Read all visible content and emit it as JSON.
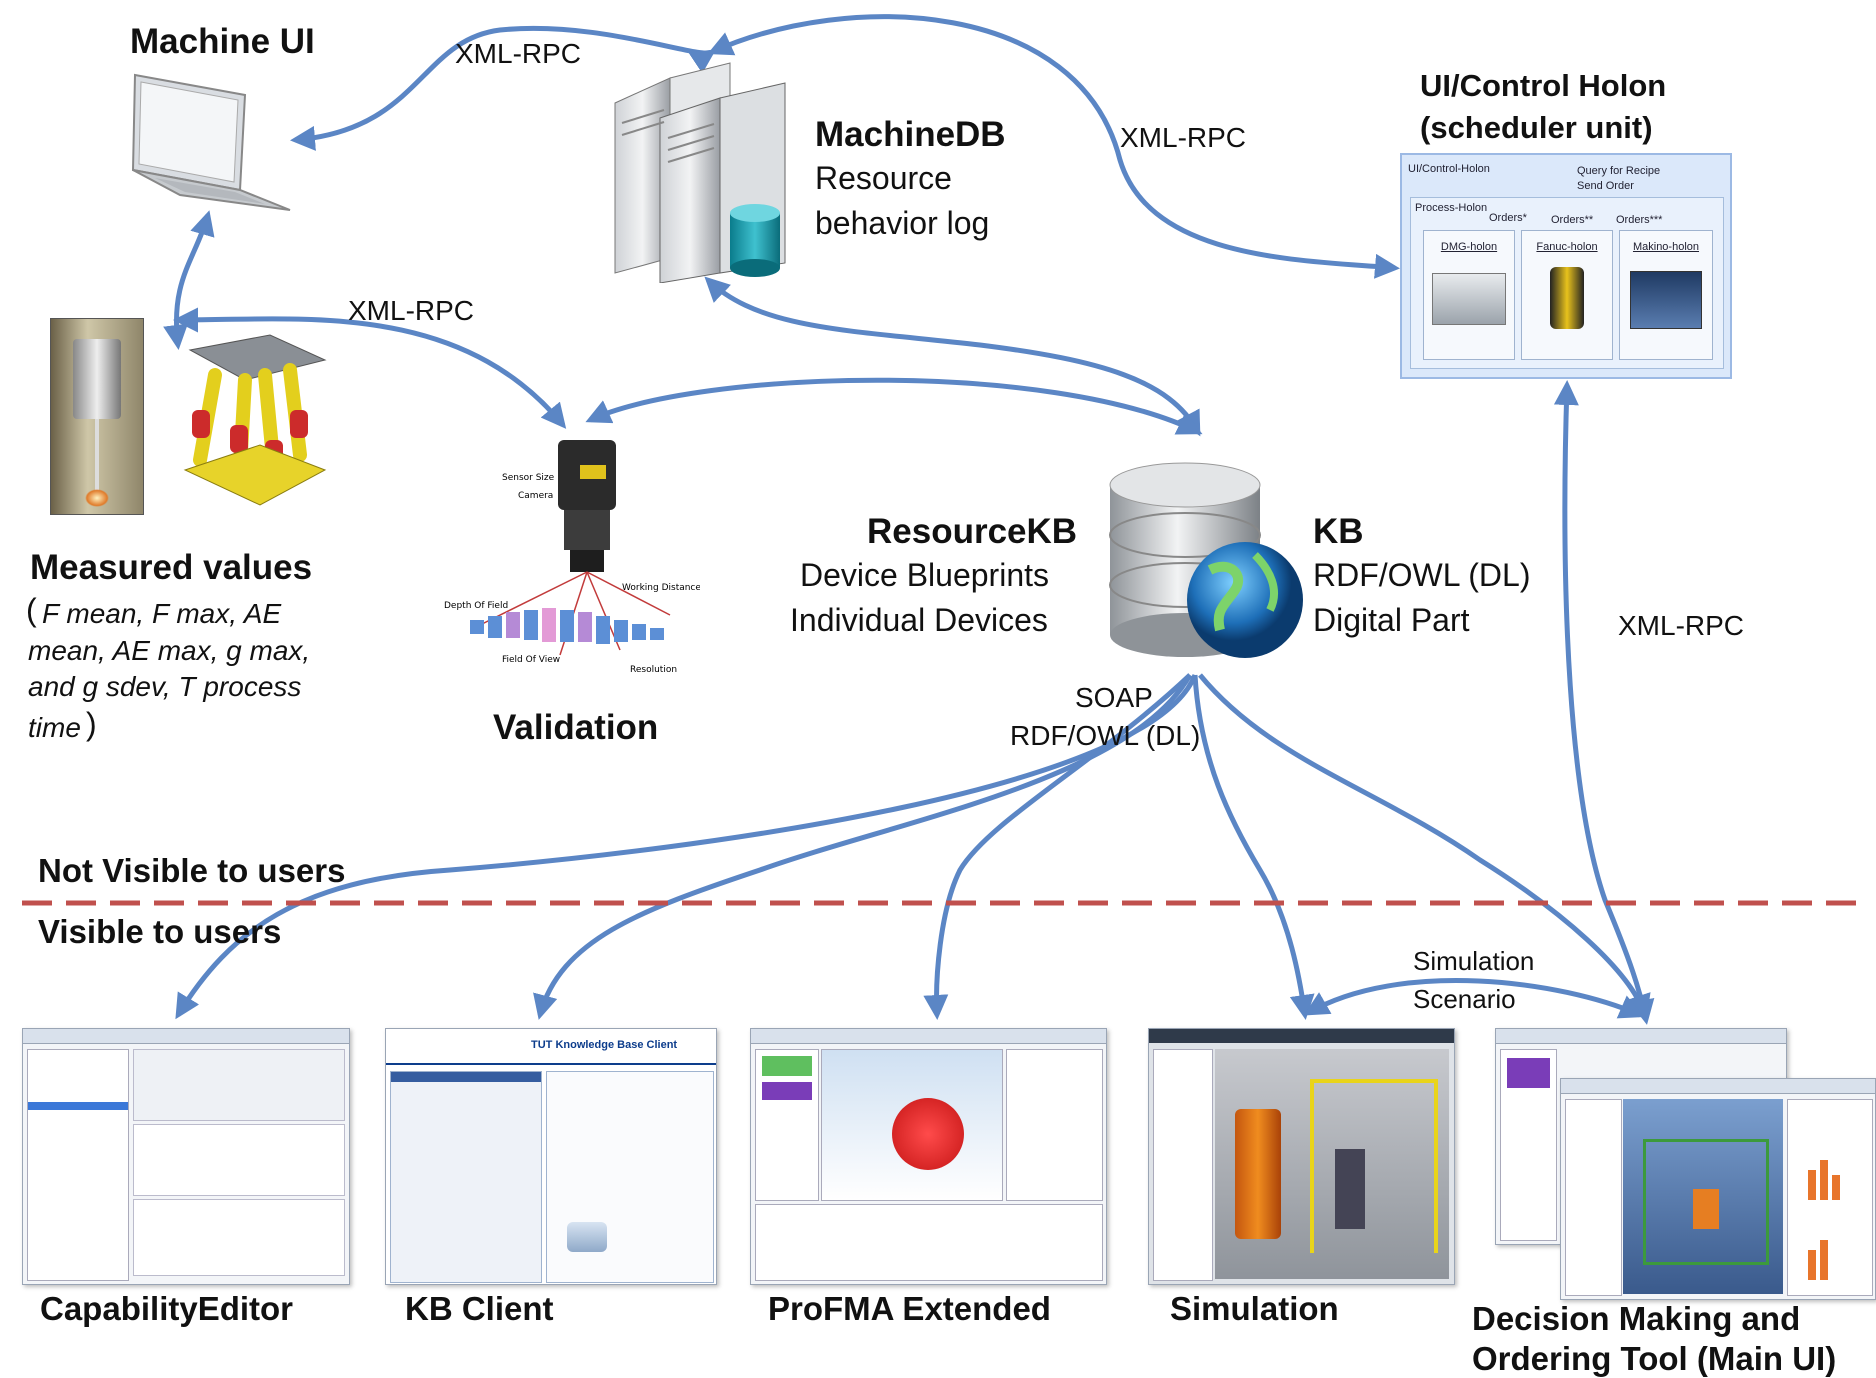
{
  "labels": {
    "machine_ui": "Machine UI",
    "xmlrpc_top_left": "XML-RPC",
    "xmlrpc_top_right": "XML-RPC",
    "xmlrpc_mid": "XML-RPC",
    "xmlrpc_right": "XML-RPC",
    "machinedb_title": "MachineDB",
    "machinedb_line1": "Resource",
    "machinedb_line2": "behavior log",
    "holon_title_line1": "UI/Control Holon",
    "holon_title_line2": "(scheduler unit)",
    "measured_title": "Measured values",
    "measured_open": "(",
    "measured_line1": "F mean, F max, AE",
    "measured_line2": "mean, AE max, g max,",
    "measured_line3": "and g sdev, T process",
    "measured_line4": "time",
    "measured_close": ")",
    "validation": "Validation",
    "resourcekb_title": "ResourceKB",
    "resourcekb_line1": "Device Blueprints",
    "resourcekb_line2": "Individual Devices",
    "kb_title": "KB",
    "kb_line1": "RDF/OWL (DL)",
    "kb_line2": "Digital Part",
    "soap": "SOAP",
    "soap_rdf": "RDF/OWL (DL)",
    "not_visible": "Not Visible to users",
    "visible": "Visible to users",
    "sim_scenario_line1": "Simulation",
    "sim_scenario_line2": "Scenario",
    "tool_capability": "CapabilityEditor",
    "tool_kbclient": "KB Client",
    "tool_profma": "ProFMA  Extended",
    "tool_simulation": "Simulation",
    "tool_decision_line1": "Decision Making and",
    "tool_decision_line2": "Ordering Tool (Main UI)"
  },
  "holon": {
    "header": "UI/Control-Holon",
    "query": "Query for Recipe",
    "send": "Send Order",
    "process": "Process-Holon",
    "orders1": "Orders*",
    "orders2": "Orders**",
    "orders3": "Orders***",
    "dmg": "DMG-holon",
    "fanuc": "Fanuc-holon",
    "makino": "Makino-holon"
  },
  "validation_image": {
    "sensor_size": "Sensor Size",
    "camera": "Camera",
    "working_distance": "Working Distance",
    "depth_of_field": "Depth Of Field",
    "field_of_view": "Field Of View",
    "resolution": "Resolution"
  },
  "screenshots": {
    "kbclient_title": "TUT Knowledge Base Client"
  },
  "colors": {
    "arrow": "#5b86c5",
    "dashed": "#c0504d",
    "holon_bg": "#dbe8fa"
  }
}
